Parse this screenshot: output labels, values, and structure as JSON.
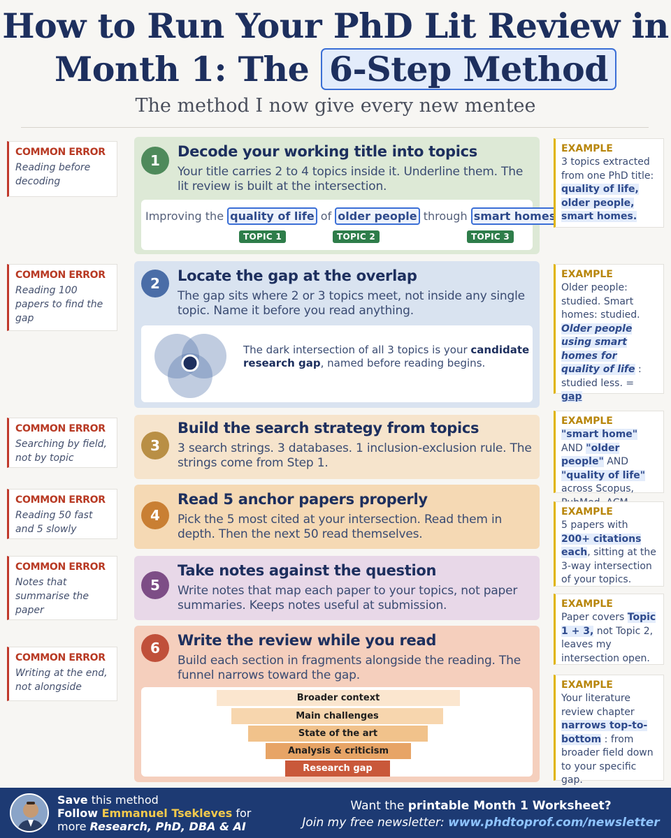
{
  "header": {
    "title_part1": "How to Run Your PhD Lit Review in",
    "title_part2": "Month 1: The",
    "title_highlight": "6-Step Method",
    "subtitle": "The method I now give every new mentee"
  },
  "steps": [
    {
      "number": "1",
      "title": "Decode your working title into topics",
      "desc": "Your title carries 2 to 4 topics inside it. Underline them. The lit review is built at the intersection.",
      "color": "#dde9d6",
      "circle_color": "#4e8a5b",
      "error": {
        "heading": "COMMON ERROR",
        "text": "Reading before decoding"
      },
      "example": {
        "heading": "EXAMPLE",
        "text": "3 topics extracted from one PhD title:",
        "bold": "quality of life, older people, smart homes."
      },
      "topic_sentence": {
        "w1": "Improving the",
        "t1": "quality of life",
        "w2": "of",
        "t2": "older people",
        "w3": "through",
        "t3": "smart homes"
      },
      "tags": [
        "TOPIC 1",
        "TOPIC 2",
        "TOPIC 3"
      ]
    },
    {
      "number": "2",
      "title": "Locate the gap at the overlap",
      "desc": "The gap sits where 2 or 3 topics meet, not inside any single topic. Name it before you read anything.",
      "color": "#d9e3f0",
      "circle_color": "#4a6da7",
      "error": {
        "heading": "COMMON ERROR",
        "text": "Reading 100 papers to find the gap"
      },
      "example": {
        "heading": "EXAMPLE",
        "text1": "Older people: studied. Smart homes: studied.",
        "bold": "Older people using smart homes for quality of life",
        "text2": " : studied less. = ",
        "gap": "gap"
      },
      "venn": {
        "text1": "The dark intersection of all 3 topics is your ",
        "bold": "candidate research gap",
        "text2": ", named before reading begins."
      }
    },
    {
      "number": "3",
      "title": "Build the search strategy from topics",
      "desc": "3 search strings. 3 databases. 1 inclusion-exclusion rule. The strings come from Step 1.",
      "color": "#f6e4cc",
      "circle_color": "#b98f45",
      "error": {
        "heading": "COMMON ERROR",
        "text": "Searching by field, not by topic"
      },
      "example": {
        "heading": "EXAMPLE",
        "q1": "\"smart home\"",
        "and1": " AND ",
        "q2": "\"older people\"",
        "and2": " AND ",
        "q3": "\"quality of life\"",
        "rest": " across Scopus, PubMed, ACM."
      }
    },
    {
      "number": "4",
      "title": "Read 5 anchor papers properly",
      "desc": "Pick the 5 most cited at your intersection. Read them in depth. Then the next 50 read themselves.",
      "color": "#f5d9b4",
      "circle_color": "#c97f33",
      "error": {
        "heading": "COMMON ERROR",
        "text": "Reading 50 fast and 5 slowly"
      },
      "example": {
        "heading": "EXAMPLE",
        "text1": "5 papers with ",
        "bold": "200+ citations each",
        "text2": ", sitting at the 3-way intersection of your topics."
      }
    },
    {
      "number": "5",
      "title": "Take notes against the question",
      "desc": "Write notes that map each paper to your topics, not paper summaries. Keeps notes useful at submission.",
      "color": "#e8d8e8",
      "circle_color": "#7d4d86",
      "error": {
        "heading": "COMMON ERROR",
        "text": "Notes that summarise the paper"
      },
      "example": {
        "heading": "EXAMPLE",
        "text1": "Paper covers ",
        "bold": "Topic 1 + 3,",
        "text2": " not Topic 2, leaves my intersection open."
      }
    },
    {
      "number": "6",
      "title": "Write the review while you read",
      "desc": "Build each section in fragments alongside the reading. The funnel narrows toward the gap.",
      "color": "#f5cfbd",
      "circle_color": "#c0503a",
      "error": {
        "heading": "COMMON ERROR",
        "text": "Writing at the end, not alongside"
      },
      "example": {
        "heading": "EXAMPLE",
        "text1": "Your literature review chapter ",
        "bold": "narrows top-to-bottom",
        "text2": " : from broader field down to your specific gap."
      },
      "funnel": [
        {
          "label": "Broader context",
          "color": "#fbe6cf"
        },
        {
          "label": "Main challenges",
          "color": "#f7d6ae"
        },
        {
          "label": "State of the art",
          "color": "#f1c28b"
        },
        {
          "label": "Analysis & criticism",
          "color": "#e7a466"
        },
        {
          "label": "Research gap",
          "color": "#c9583a"
        }
      ]
    }
  ],
  "footer": {
    "save": "Save",
    "save_rest": " this method",
    "follow": "Follow ",
    "name": "Emmanuel Tsekleves",
    "for": " for",
    "more": "more ",
    "topics": "Research, PhD, DBA & AI",
    "cta1": "Want the ",
    "cta_bold": "printable Month 1 Worksheet?",
    "cta2": "Join my free newsletter: ",
    "link": "www.phdtoprof.com/newsletter"
  }
}
